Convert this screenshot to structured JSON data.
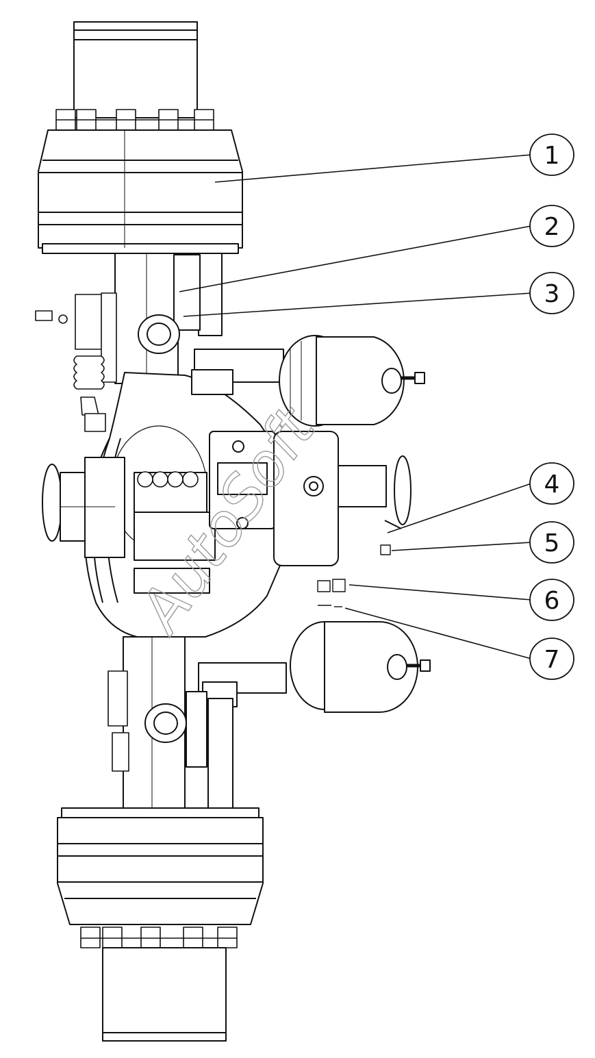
{
  "watermark": "AutoSoft",
  "callouts": [
    {
      "id": 1,
      "label": "1"
    },
    {
      "id": 2,
      "label": "2"
    },
    {
      "id": 3,
      "label": "3"
    },
    {
      "id": 4,
      "label": "4"
    },
    {
      "id": 5,
      "label": "5"
    },
    {
      "id": 6,
      "label": "6"
    },
    {
      "id": 7,
      "label": "7"
    }
  ],
  "colors": {
    "line": "#111111",
    "paper": "#ffffff",
    "watermark": "#9a9a9a"
  }
}
